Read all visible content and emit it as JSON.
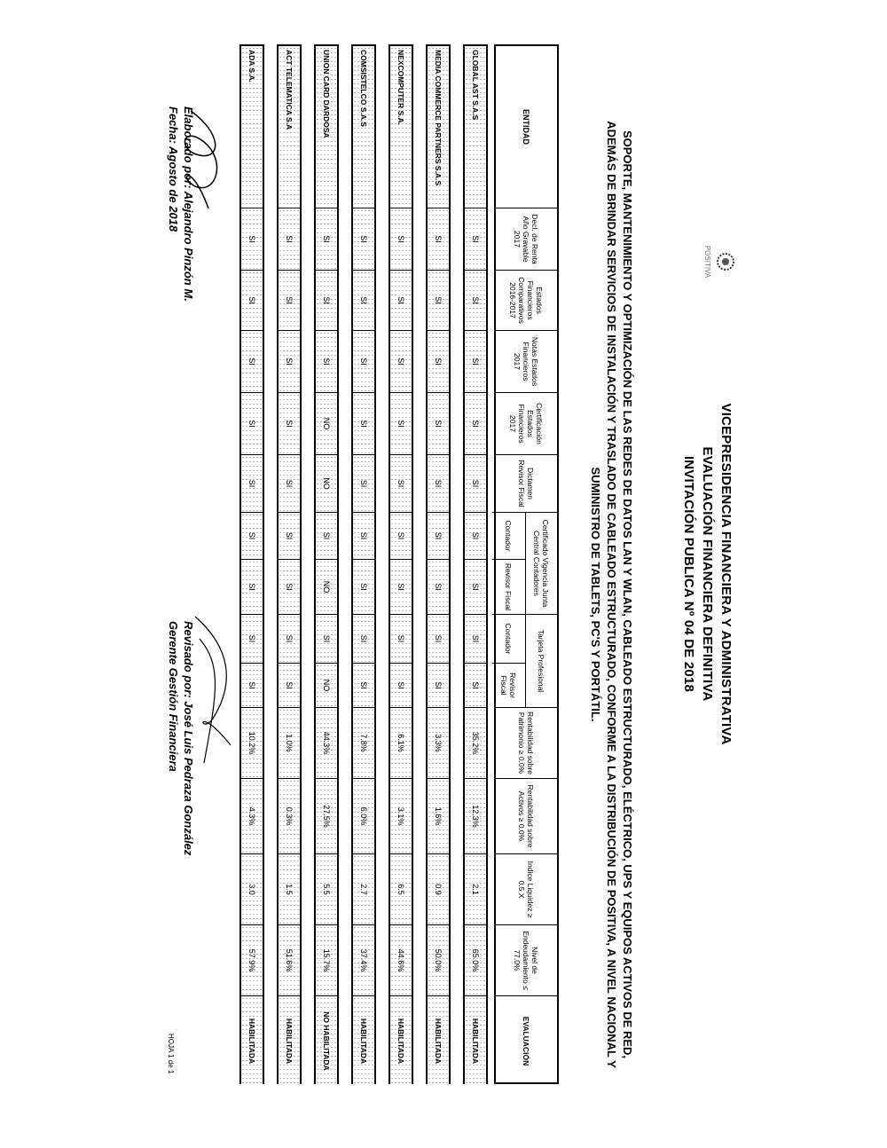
{
  "header": {
    "logo_text": "POSITIVA",
    "title_lines": [
      "VICEPRESIDENCIA FINANCIERA Y ADMINISTRATIVA",
      "EVALUACIÓN FINANCIERA DEFINITIVA",
      "INVITACIÓN PUBLICA Nº 04 DE 2018"
    ],
    "description_lines": [
      "SOPORTE, MANTENIMIENTO Y OPTIMIZACIÓN DE LAS REDES DE DATOS LAN Y WLAN, CABLEADO ESTRUCTURADO, ELÉCTRICO, UPS Y EQUIPOS ACTIVOS DE RED,",
      "ADEMÁS DE BRINDAR SERVICIOS DE INSTALACIÓN Y TRASLADO DE CABLEADO ESTRUCTURADO, CONFORME A LA DISTRIBUCIÓN DE POSITIVA, A NIVEL NACIONAL Y",
      "SUMINISTRO DE TABLETS, PC'S Y PORTÁTIL."
    ]
  },
  "table": {
    "columns": {
      "entidad": "ENTIDAD",
      "decl_renta": "Decl. de Renta Año Gravable 2017",
      "estados": "Estados Financieros Comparativos 2016-2017",
      "notas": "Notas Estados Financieros 2017",
      "certificacion": "Certificación Estados Financieros 2017",
      "dictamen": "Dictamen Revisor Fiscal",
      "jcc_group": "Certificado Vigencia Junta Central Contadores",
      "jcc_contador": "Contador",
      "jcc_revisor": "Revisor Fiscal",
      "tp_group": "Tarjeta Profesional",
      "tp_contador": "Contador",
      "tp_revisor": "Revisor Fiscal",
      "rent_patrimonio": "Rentabilidad sobre Patrimonio ≥ 0.0%",
      "rent_activos": "Rentabilidad sobre Activos ≥ 0.0%",
      "liquidez": "Indice Liquidez ≥ 0.5 X",
      "endeudamiento": "Nivel de Endeudamiento ≤ 77.0%",
      "evaluacion": "EVALUACIÓN"
    },
    "rows": [
      {
        "entidad": "GLOBAL AST S.A.S",
        "checks": [
          "SI",
          "SI",
          "SI",
          "SI",
          "SI",
          "SI",
          "SI",
          "SI",
          "SI"
        ],
        "rent_patrimonio": "35.2%",
        "rent_activos": "12.3%",
        "liquidez": "2.1",
        "endeudamiento": "65.0%",
        "evaluacion": "HABILITADA"
      },
      {
        "entidad": "MEDIA COMMERCE PARTNERS S.A.S",
        "checks": [
          "SI",
          "SI",
          "SI",
          "SI",
          "SI",
          "SI",
          "SI",
          "SI",
          "SI"
        ],
        "rent_patrimonio": "3.3%",
        "rent_activos": "1.6%",
        "liquidez": "0.9",
        "endeudamiento": "50.0%",
        "evaluacion": "HABILITADA"
      },
      {
        "entidad": "NEXCOMPUTER S.A.",
        "checks": [
          "SI",
          "SI",
          "SI",
          "SI",
          "SI",
          "SI",
          "SI",
          "SI",
          "SI"
        ],
        "rent_patrimonio": "6.1%",
        "rent_activos": "3.1%",
        "liquidez": "6.5",
        "endeudamiento": "44.6%",
        "evaluacion": "HABILITADA"
      },
      {
        "entidad": "COMSISTELCO S.A.S",
        "checks": [
          "SI",
          "SI",
          "SI",
          "SI",
          "SI",
          "SI",
          "SI",
          "SI",
          "SI"
        ],
        "rent_patrimonio": "7.8%",
        "rent_activos": "6.0%",
        "liquidez": "2.7",
        "endeudamiento": "37.4%",
        "evaluacion": "HABILITADA"
      },
      {
        "entidad": "UNION CARD DARDOSA",
        "checks": [
          "SI",
          "SI",
          "SI",
          "NO",
          "NO",
          "SI",
          "NO",
          "SI",
          "NO"
        ],
        "rent_patrimonio": "44.3%",
        "rent_activos": "27.5%",
        "liquidez": "5.5",
        "endeudamiento": "15.7%",
        "evaluacion": "NO HABILITADA"
      },
      {
        "entidad": "ACT TELEMATICA S.A",
        "checks": [
          "SI",
          "SI",
          "SI",
          "SI",
          "SI",
          "SI",
          "SI",
          "SI",
          "SI"
        ],
        "rent_patrimonio": "1.0%",
        "rent_activos": "0.3%",
        "liquidez": "1.5",
        "endeudamiento": "51.6%",
        "evaluacion": "HABILITADA"
      },
      {
        "entidad": "ADA S.A.",
        "checks": [
          "SI",
          "SI",
          "SI",
          "SI",
          "SI",
          "SI",
          "SI",
          "SI",
          "SI"
        ],
        "rent_patrimonio": "10.2%",
        "rent_activos": "4.3%",
        "liquidez": "3.0",
        "endeudamiento": "57.9%",
        "evaluacion": "HABILITADA"
      }
    ]
  },
  "footer": {
    "elaborado": "Elaborado por: Alejandro Pinzón M.",
    "fecha": "Fecha: Agosto de 2018",
    "revisado": "Revisado por: José Luis Pedraza González",
    "cargo": "Gerente Gestión Financiera",
    "hoja": "HOJA 1 de 1"
  }
}
